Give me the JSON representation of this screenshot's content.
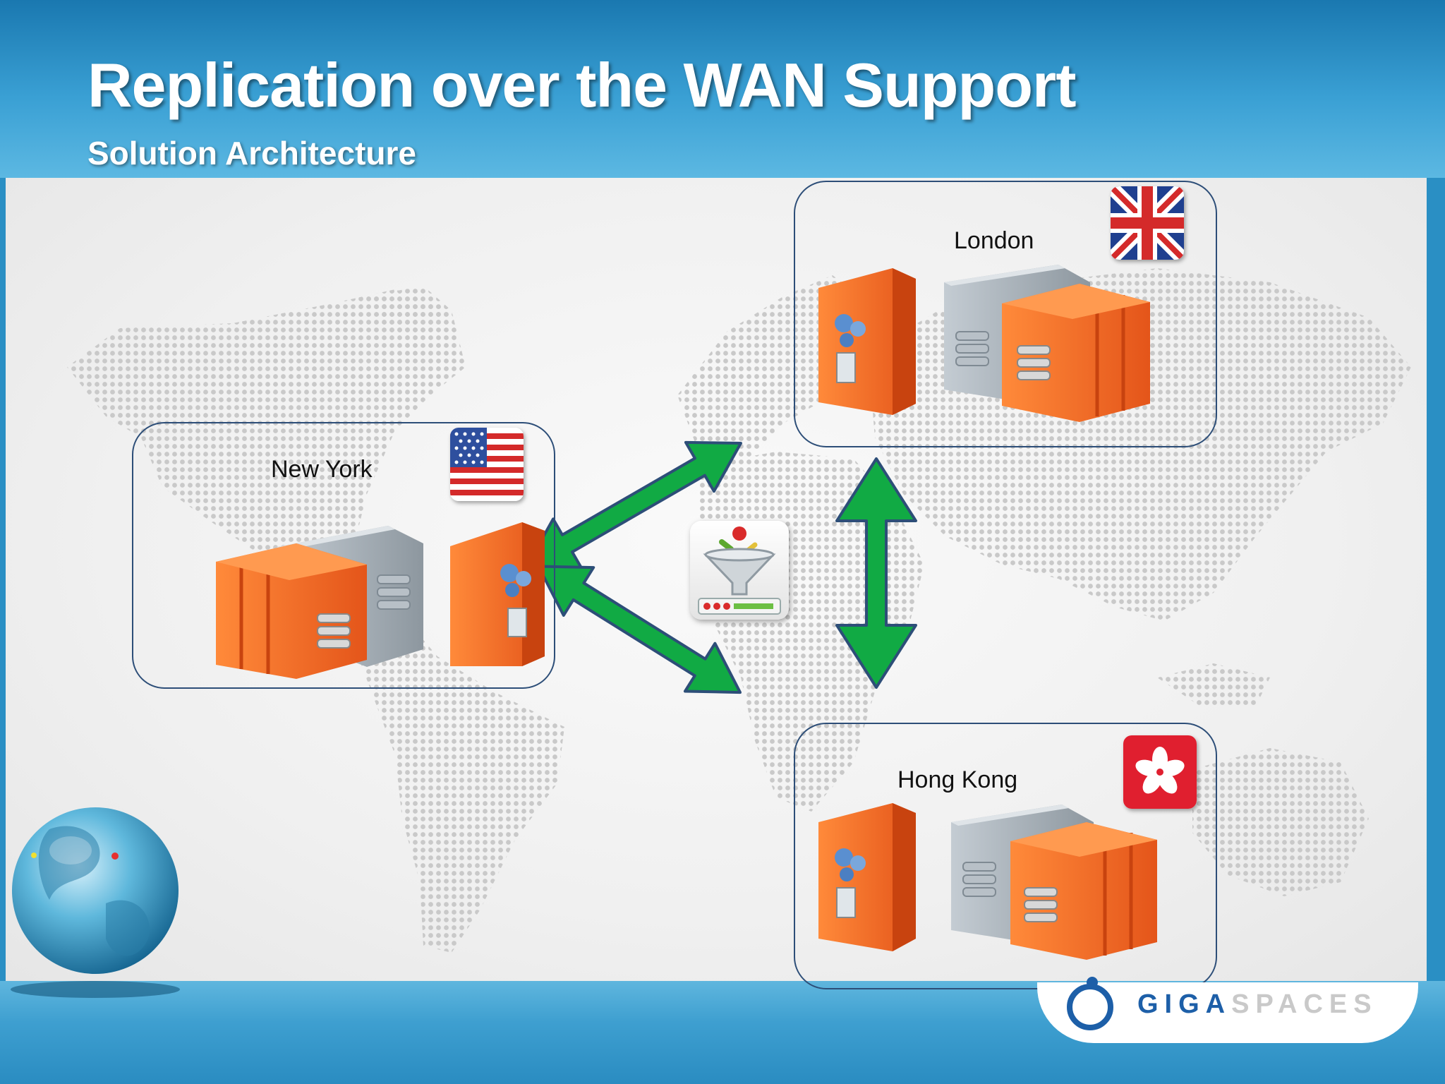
{
  "slide": {
    "title": "Replication over the WAN Support",
    "subtitle": "Solution Architecture"
  },
  "nodes": [
    {
      "id": "new-york",
      "label": "New York",
      "flag": "us-flag"
    },
    {
      "id": "london",
      "label": "London",
      "flag": "uk-flag"
    },
    {
      "id": "hong-kong",
      "label": "Hong Kong",
      "flag": "hk-flag"
    }
  ],
  "connections": [
    {
      "from": "new-york",
      "to": "london",
      "bidirectional": true
    },
    {
      "from": "new-york",
      "to": "hong-kong",
      "bidirectional": true
    },
    {
      "from": "london",
      "to": "hong-kong",
      "bidirectional": true
    }
  ],
  "center_icon": "filter-funnel-icon",
  "decor": {
    "globe": "globe-icon",
    "background": "dotted-world-map"
  },
  "logo": {
    "part1": "GIGA",
    "part2": "SPACES"
  },
  "colors": {
    "arrow": "#11aa44",
    "arrow_outline": "#2d4e78",
    "node_border": "#2d4e78",
    "server_orange": "#f0641e",
    "server_gray": "#9aa4ad",
    "logo_blue": "#1d5fa8"
  }
}
